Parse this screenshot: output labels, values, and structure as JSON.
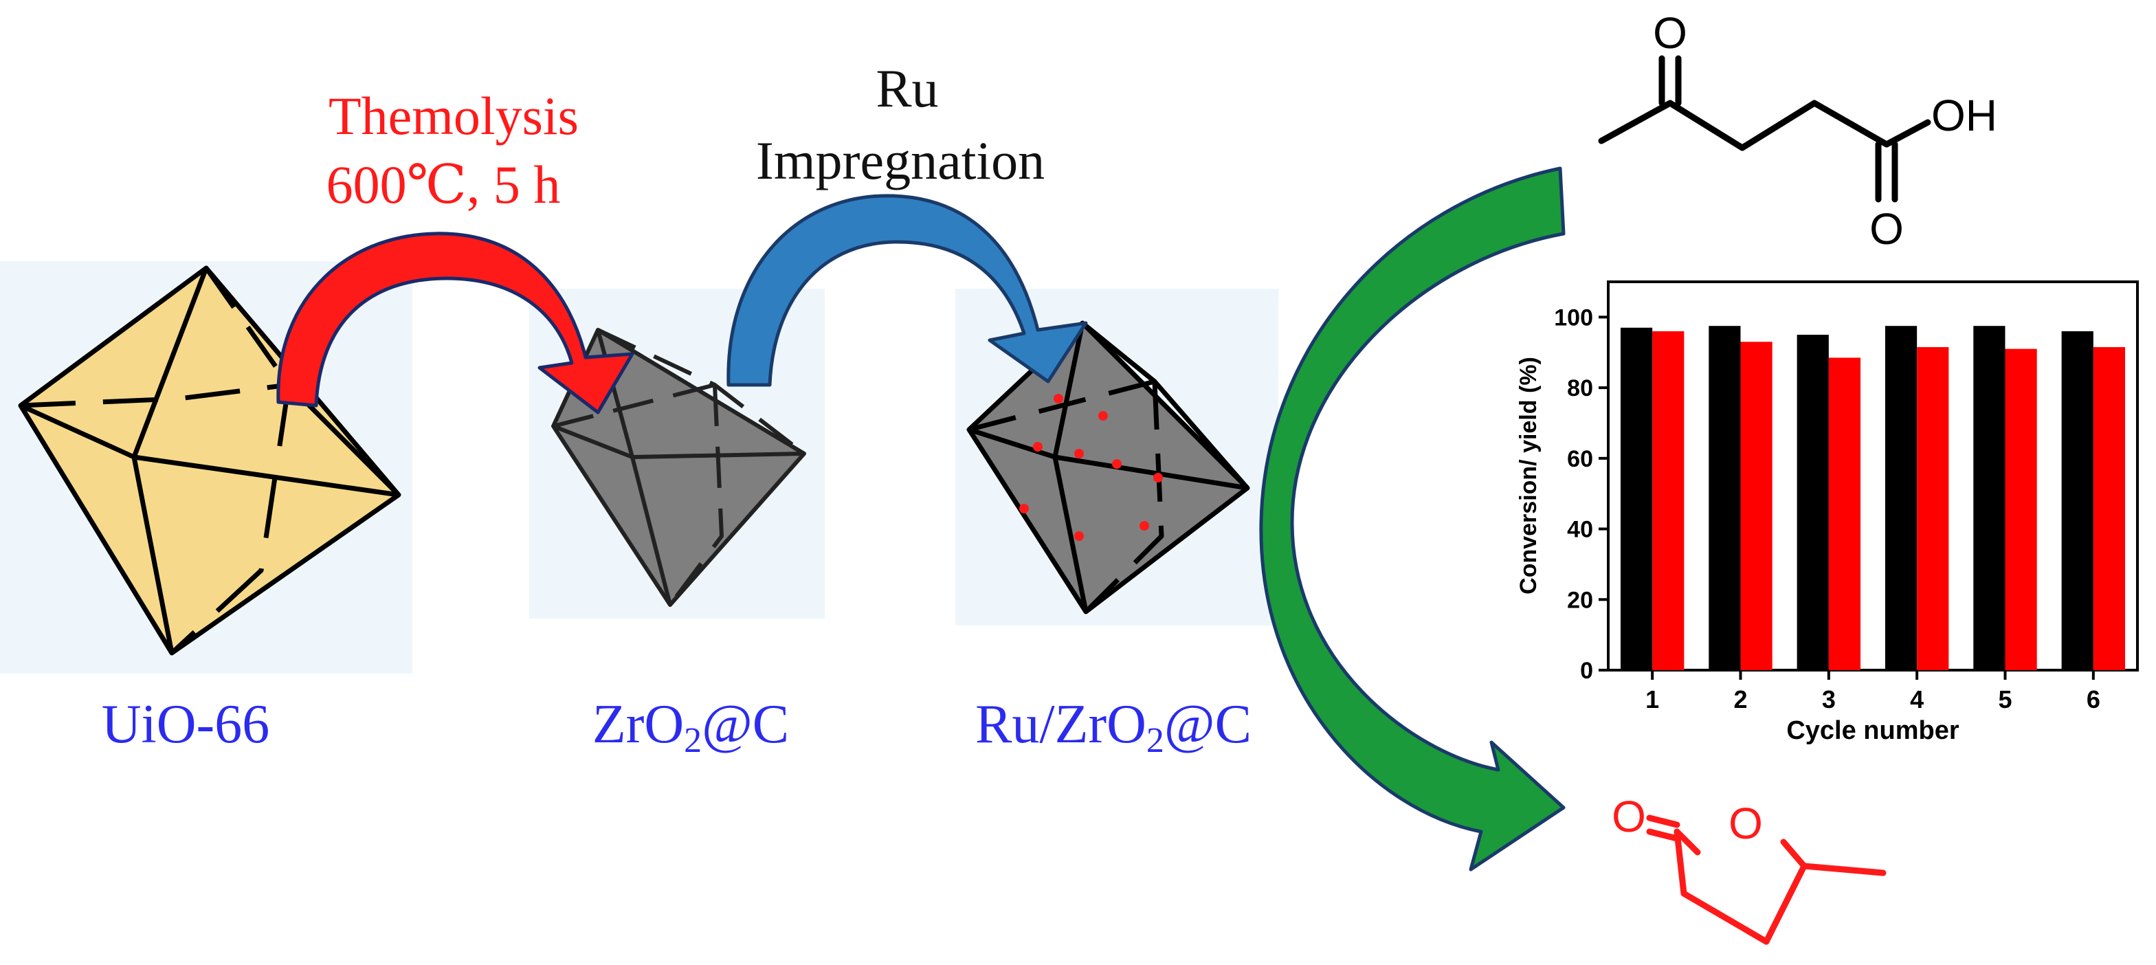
{
  "colors": {
    "red": "#ff1a1a",
    "blue_label": "#2b2bf0",
    "blue_arrow": "#2f7fc0",
    "green_arrow": "#1a9a3a",
    "yellow_crystal": "#f6d98a",
    "gray_crystal": "#7f7f7f",
    "pale_bg": "#eef6fb",
    "bar_black": "#000000",
    "bar_red": "#ff0000"
  },
  "steps": {
    "step1": {
      "line1": "Themolysis",
      "line2": "600℃, 5 h"
    },
    "step2": {
      "line1": "Ru",
      "line2": "Impregnation"
    }
  },
  "materials": {
    "uio": "UiO-66",
    "zro2c": {
      "prefix": "ZrO",
      "sub": "2",
      "suffix": "@C"
    },
    "ruzro2c": {
      "prefix": "Ru/ZrO",
      "sub": "2",
      "suffix": "@C"
    }
  },
  "molecules": {
    "levulinic_acid": {
      "o_top": "O",
      "oh": "OH",
      "o_bottom": "O"
    },
    "gvl": {
      "o_carbonyl": "O",
      "o_ring": "O"
    }
  },
  "chart_data": {
    "type": "bar",
    "categories": [
      "1",
      "2",
      "3",
      "4",
      "5",
      "6"
    ],
    "series": [
      {
        "values": [
          97,
          97.5,
          95,
          97.5,
          97.5,
          96
        ],
        "color": "#000000"
      },
      {
        "values": [
          96,
          93,
          88.5,
          91.5,
          91,
          91.5
        ],
        "color": "#ff0000"
      }
    ],
    "xlabel": "Cycle number",
    "ylabel": "Conversion/ yield (%)",
    "ylim": [
      0,
      110
    ],
    "yticks": [
      "0",
      "20",
      "40",
      "60",
      "80",
      "100"
    ],
    "grid": false
  }
}
